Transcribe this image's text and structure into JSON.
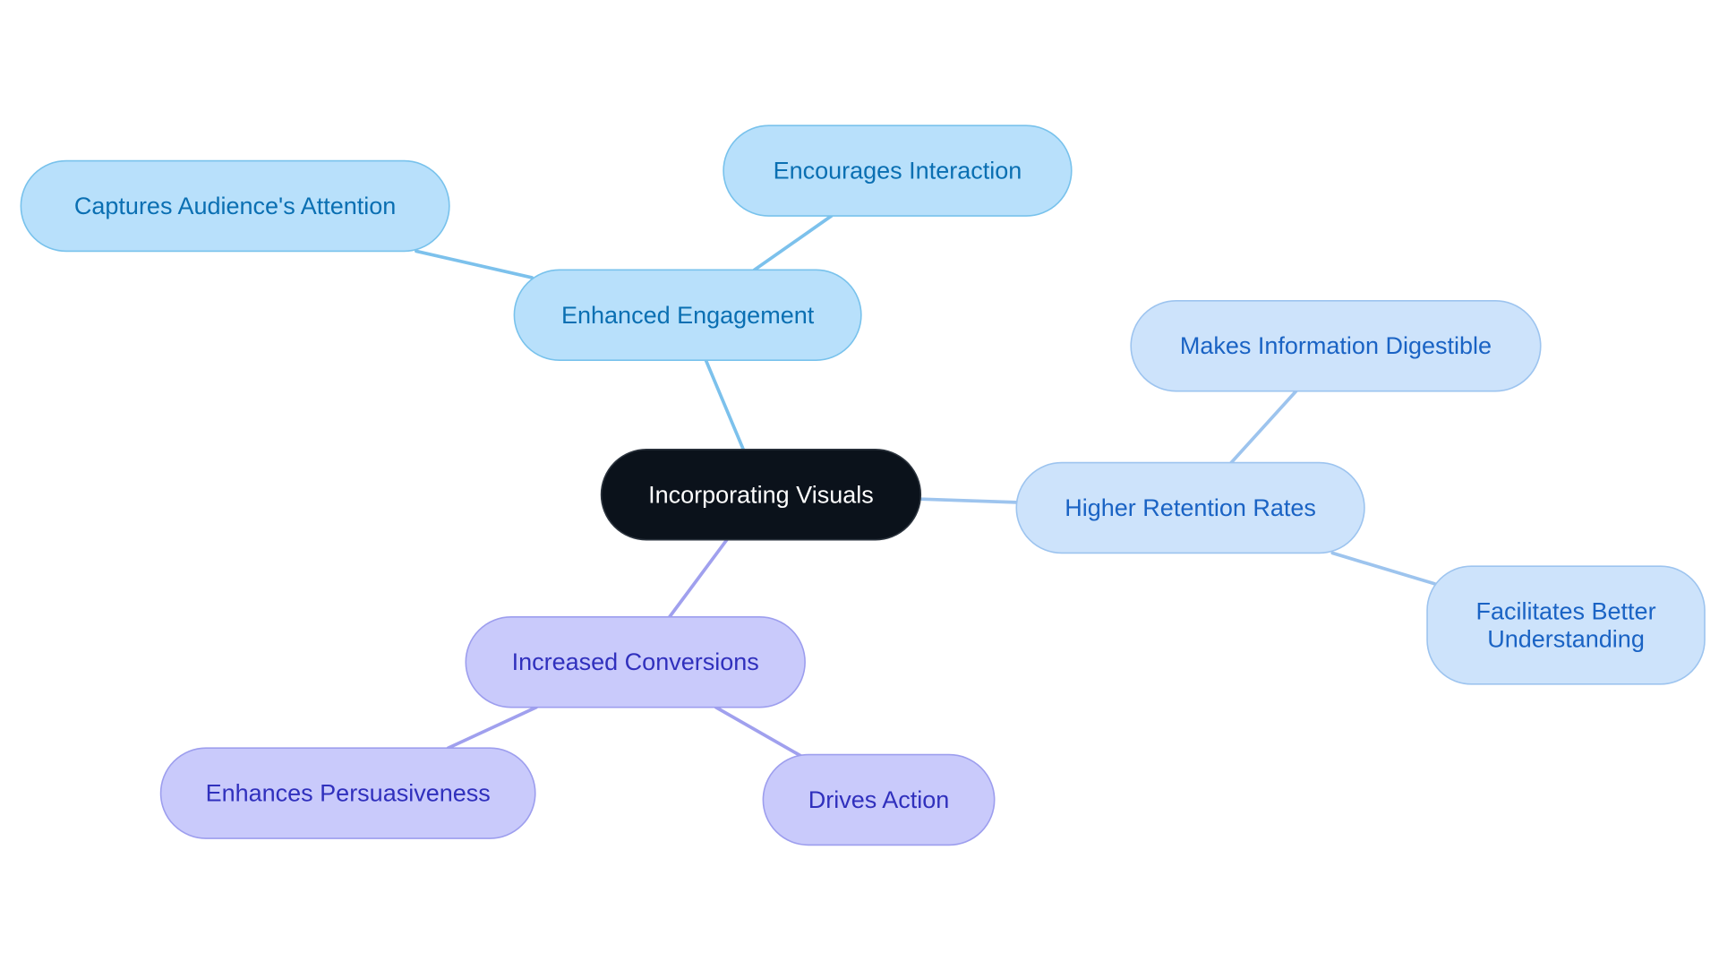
{
  "colors": {
    "background": "#ffffff",
    "root_fill": "#0b121b",
    "root_text": "#ffffff",
    "engagement_fill": "#b8e0fb",
    "engagement_stroke": "#78c2ec",
    "engagement_text": "#0a6fb2",
    "engagement_edge": "#7cc1ec",
    "retention_fill": "#cde3fb",
    "retention_stroke": "#9dc4ef",
    "retention_text": "#1a63c4",
    "retention_edge": "#9dc4ee",
    "conversion_fill": "#c9cafb",
    "conversion_stroke": "#9d9eee",
    "conversion_text": "#3030bd",
    "conversion_edge": "#a0a0ee"
  },
  "diagram": {
    "root": {
      "id": "root",
      "label": "Incorporating Visuals"
    },
    "branches": [
      {
        "id": "engagement",
        "label": "Enhanced Engagement",
        "children": [
          {
            "id": "captures",
            "label": "Captures Audience's Attention"
          },
          {
            "id": "encourages",
            "label": "Encourages Interaction"
          }
        ]
      },
      {
        "id": "retention",
        "label": "Higher Retention Rates",
        "children": [
          {
            "id": "digestible",
            "label": "Makes Information Digestible"
          },
          {
            "id": "facilitates",
            "label": "Facilitates Better Understanding"
          }
        ]
      },
      {
        "id": "conversion",
        "label": "Increased Conversions",
        "children": [
          {
            "id": "persuasive",
            "label": "Enhances Persuasiveness"
          },
          {
            "id": "action",
            "label": "Drives Action"
          }
        ]
      }
    ]
  }
}
